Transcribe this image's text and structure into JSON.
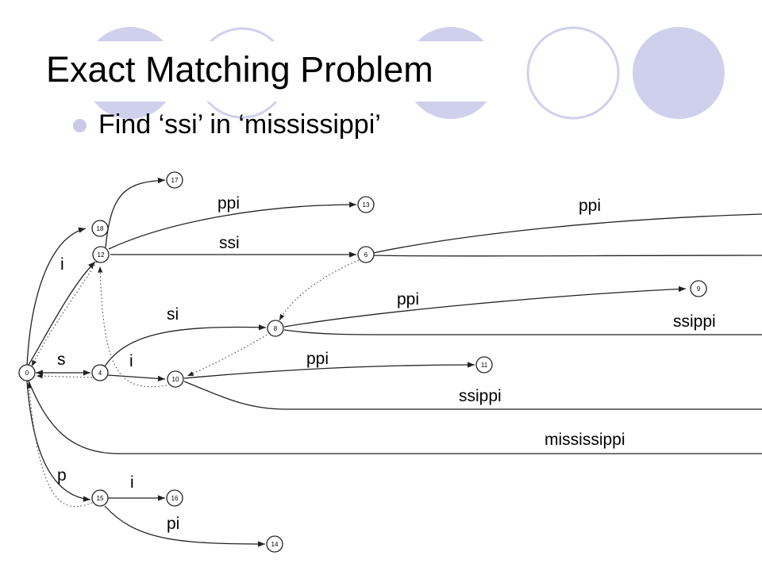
{
  "slide": {
    "title": "Exact Matching Problem",
    "bullets": [
      "Find ‘ssi’ in ‘mississippi’"
    ]
  },
  "colors": {
    "circle_fill": "#cfd0ec",
    "circle_stroke": "#cfd0ec",
    "bullet": "#c9cae8",
    "line": "#222222"
  },
  "suffix_tree": {
    "nodes": [
      "0",
      "4",
      "10",
      "8",
      "12",
      "18",
      "17",
      "13",
      "6",
      "9",
      "11",
      "15",
      "16",
      "14"
    ],
    "edge_labels": [
      {
        "id": "root-i",
        "text": "i"
      },
      {
        "id": "root-s",
        "text": "s"
      },
      {
        "id": "root-p",
        "text": "p"
      },
      {
        "id": "root-mississippi",
        "text": "mississippi"
      },
      {
        "id": "n12-ppi",
        "text": "ppi"
      },
      {
        "id": "n12-ssi",
        "text": "ssi"
      },
      {
        "id": "n6-ppi",
        "text": "ppi"
      },
      {
        "id": "n4-si",
        "text": "si"
      },
      {
        "id": "n4-i",
        "text": "i"
      },
      {
        "id": "n8-ppi",
        "text": "ppi"
      },
      {
        "id": "n8-ssippi",
        "text": "ssippi"
      },
      {
        "id": "n10-ppi",
        "text": "ppi"
      },
      {
        "id": "n10-ssippi",
        "text": "ssippi"
      },
      {
        "id": "n15-i",
        "text": "i"
      },
      {
        "id": "n15-pi",
        "text": "pi"
      }
    ]
  }
}
